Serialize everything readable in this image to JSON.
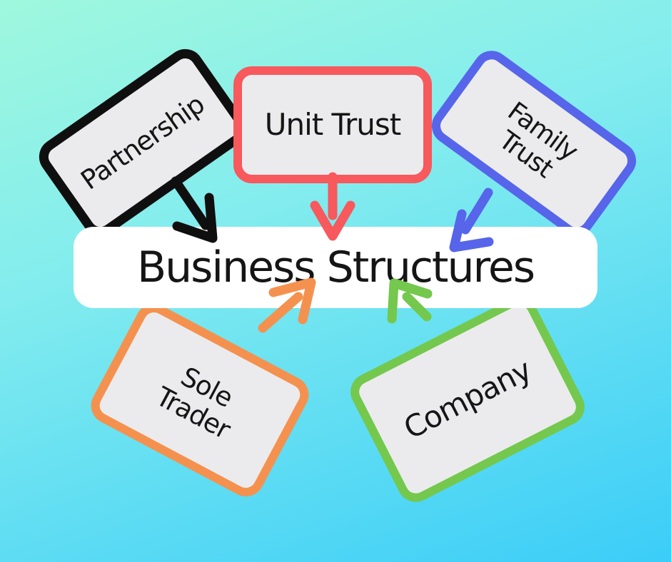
{
  "diagram_title": "Business Structures",
  "background": {
    "gradient_start": "#9ff8de",
    "gradient_end": "#3bcdf8"
  },
  "banner": {
    "label": "Business Structures",
    "background": "#ffffff",
    "text_color": "#151515"
  },
  "node_fill": "#ebebed",
  "nodes": [
    {
      "id": "partnership",
      "lines": [
        "Partnership"
      ],
      "border_color": "#0f0f0f"
    },
    {
      "id": "unit-trust",
      "lines": [
        "Unit Trust"
      ],
      "border_color": "#f7595d"
    },
    {
      "id": "family-trust",
      "lines": [
        "Family",
        "Trust"
      ],
      "border_color": "#5665ea"
    },
    {
      "id": "sole-trader",
      "lines": [
        "Sole",
        "Trader"
      ],
      "border_color": "#f5914f"
    },
    {
      "id": "company",
      "lines": [
        "Company"
      ],
      "border_color": "#74c84d"
    }
  ],
  "arrows": [
    {
      "id": "partnership-arrow",
      "color": "#0f0f0f",
      "from": "Partnership",
      "to": "Business Structures"
    },
    {
      "id": "unit-trust-arrow",
      "color": "#f7595d",
      "from": "Unit Trust",
      "to": "Business Structures"
    },
    {
      "id": "family-trust-arrow",
      "color": "#5665ea",
      "from": "Family Trust",
      "to": "Business Structures"
    },
    {
      "id": "sole-trader-arrow",
      "color": "#f5914f",
      "from": "Sole Trader",
      "to": "Business Structures"
    },
    {
      "id": "company-arrow",
      "color": "#74c84d",
      "from": "Company",
      "to": "Business Structures"
    }
  ]
}
